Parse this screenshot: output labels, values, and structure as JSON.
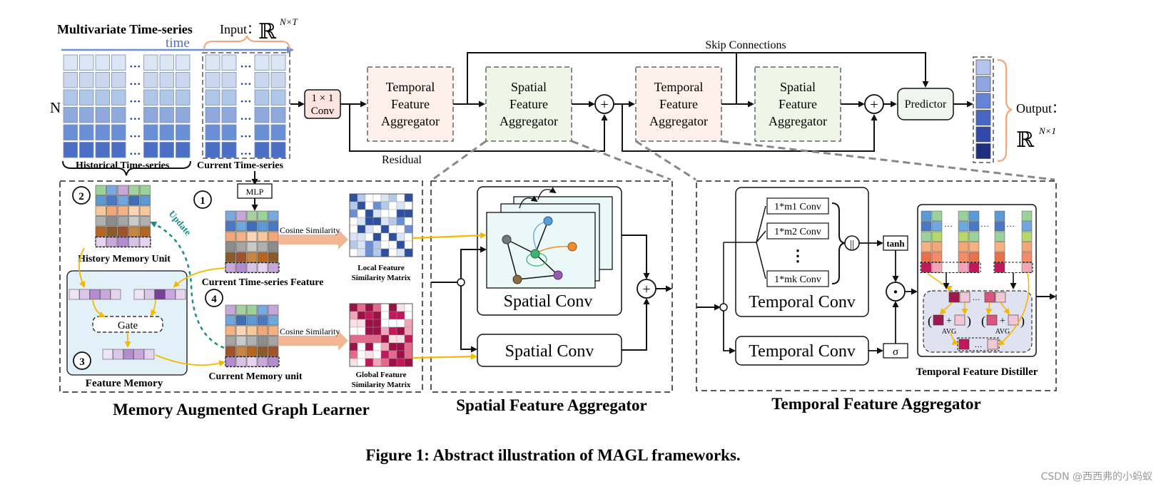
{
  "title": "Figure 1: Abstract illustration of MAGL frameworks.",
  "watermark": "CSDN @西西弗的小蚂蚁",
  "top": {
    "mts_label": "Multivariate Time-series",
    "time_label": "time",
    "input_label": "Input：",
    "input_sup": "N×T",
    "n_label": "N",
    "hist_label": "Historical Time-series",
    "cur_label": "Current Time-series",
    "conv1x1_line1": "1 × 1",
    "conv1x1_line2": "Conv",
    "skip_label": "Skip Connections",
    "residual_label": "Residual",
    "tfa": [
      "Temporal",
      "Feature",
      "Aggregator"
    ],
    "sfa": [
      "Spatial",
      "Feature",
      "Aggregator"
    ],
    "predictor": "Predictor",
    "output_label": "Output：",
    "output_sup": "N×1",
    "dots": "…",
    "plus": "+"
  },
  "magl": {
    "section_title": "Memory Augmented Graph Learner",
    "mlp": "MLP",
    "cosine1": "Cosine Similarity",
    "cosine2": "Cosine Similarity",
    "update": "Update",
    "history_unit": "History Memory Unit",
    "cur_feature": "Current Time-series Feature",
    "cur_memory": "Current Memory unit",
    "feature_memory": "Feature Memory",
    "gate": "Gate",
    "local_1": "Local Feature",
    "local_2": "Similarity Matrix",
    "global_1": "Global Feature",
    "global_2": "Similarity Matrix",
    "badges": [
      "1",
      "2",
      "3",
      "4"
    ]
  },
  "sfa_panel": {
    "section_title": "Spatial Feature Aggregator",
    "conv1": "Spatial Conv",
    "conv2": "Spatial Conv"
  },
  "tfa_panel": {
    "section_title": "Temporal Feature Aggregator",
    "convs": [
      "1*m1 Conv",
      "1*m2 Conv",
      "1*mk Conv"
    ],
    "vdots": "⋮",
    "concat": "||",
    "tanh": "tanh",
    "sigma": "σ",
    "dot": "·",
    "tconv1": "Temporal Conv",
    "tconv2": "Temporal Conv",
    "distiller": "Temporal Feature Distiller",
    "avg": "AVG",
    "lparen": "(",
    "rparen": ")"
  },
  "colors": {
    "blue_grid": [
      "#dbe6f5",
      "#c9d8ef",
      "#b0c6e8",
      "#8fa9dc",
      "#6a8fd4",
      "#4a6fc4"
    ],
    "tfa_fill": "#fdf0ea",
    "sfa_fill": "#eef6e8",
    "pred_fill": "#eef7ee",
    "conv_fill": "#fbe3e0",
    "orange": "#f2a779",
    "gold": "#f5b800",
    "teal": "#1f8a8a",
    "panel_blue": "#e2f1f8",
    "magenta": "#c2185b"
  }
}
